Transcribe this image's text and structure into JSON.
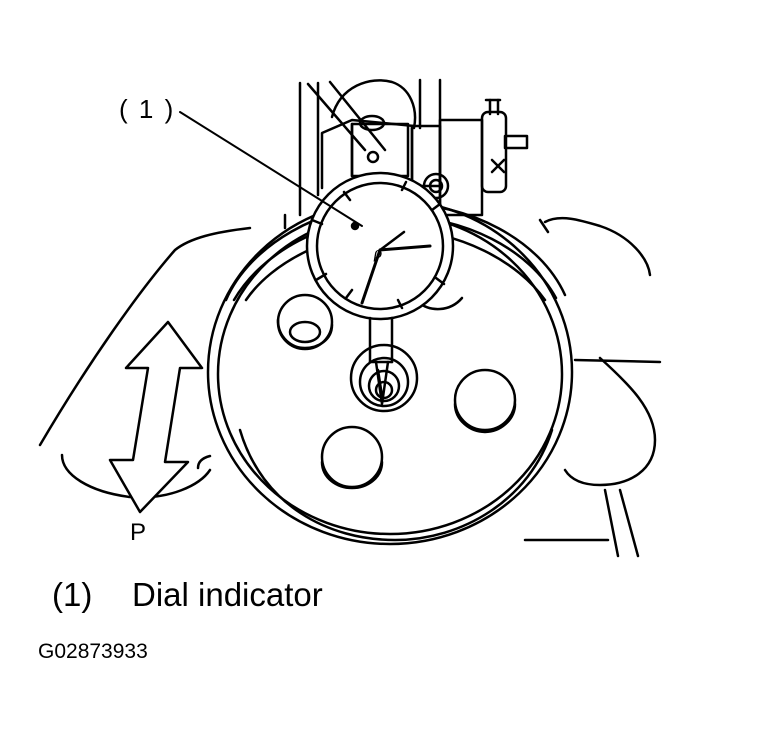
{
  "figure": {
    "callout_label": "( 1 )",
    "arrow_label": "P",
    "legend": {
      "number": "(1)",
      "text": "Dial indicator"
    },
    "figure_id": "G02873933"
  },
  "colors": {
    "ink": "#000000",
    "paper": "#ffffff"
  }
}
